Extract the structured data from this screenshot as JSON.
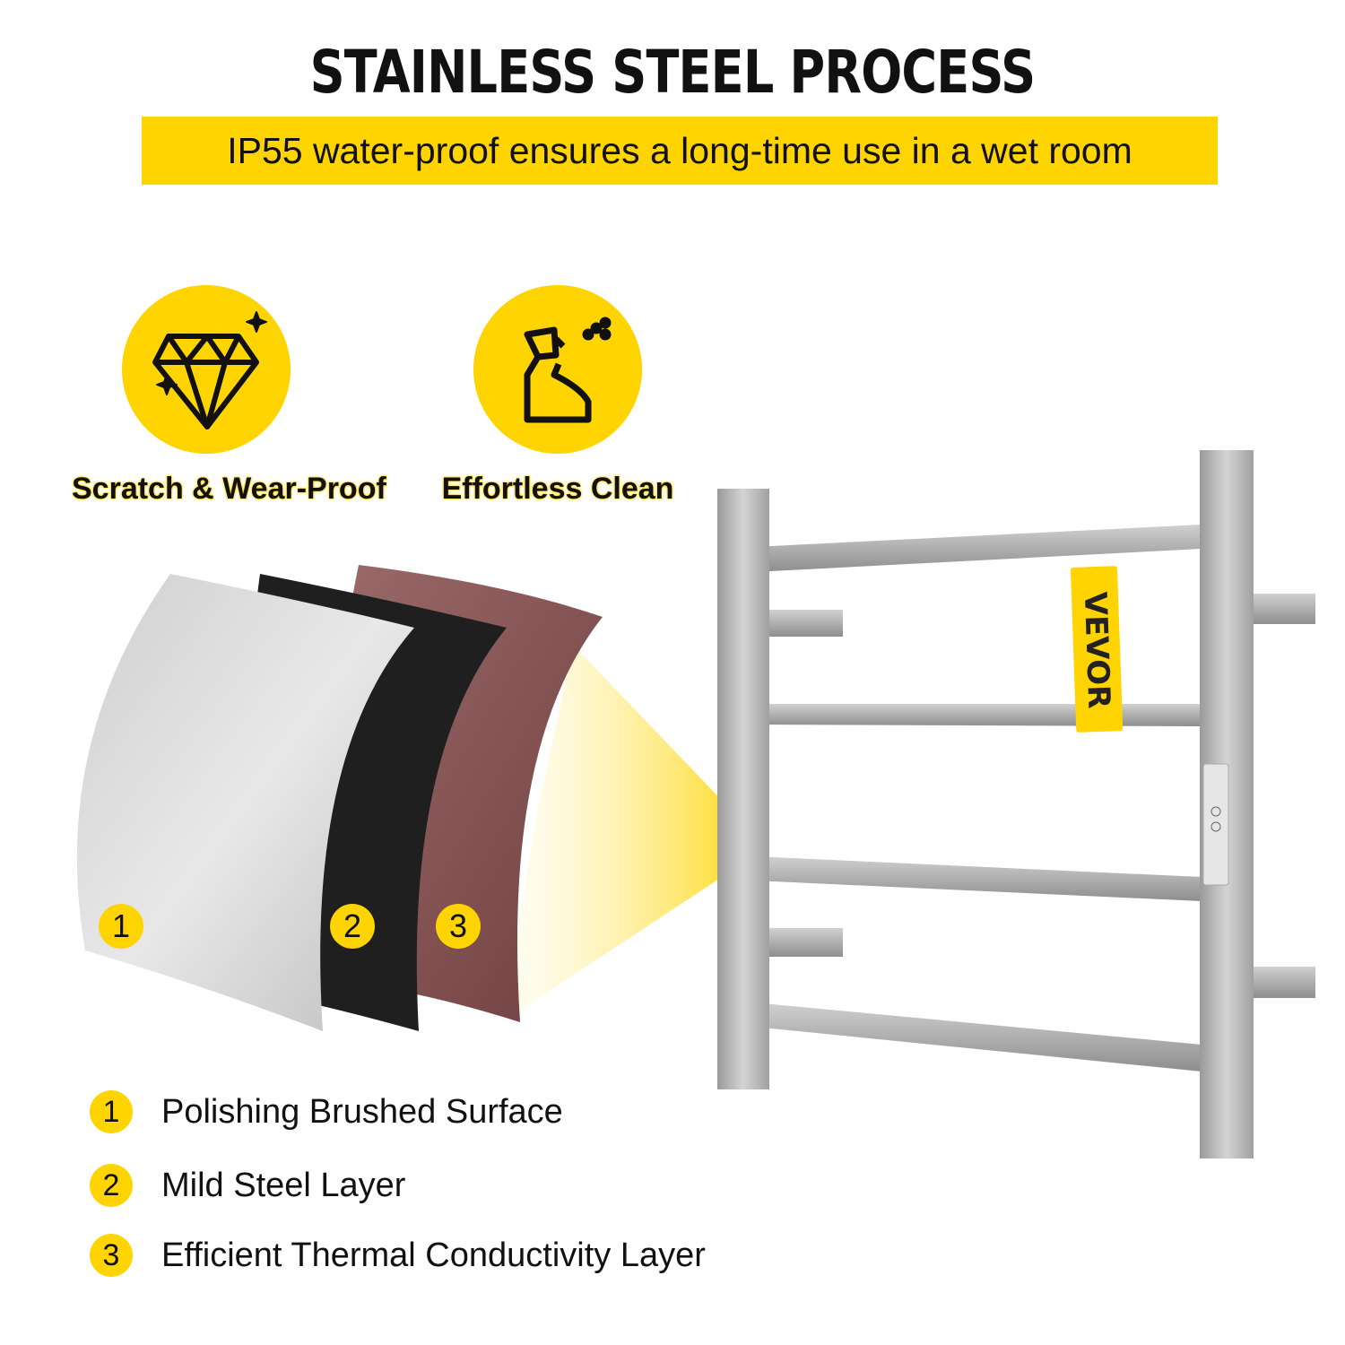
{
  "header": {
    "title": "STAINLESS STEEL PROCESS",
    "banner": "IP55 water-proof ensures a long-time use in a wet room"
  },
  "features": [
    {
      "icon": "diamond-icon",
      "label": "Scratch & Wear-Proof"
    },
    {
      "icon": "spray-bottle-icon",
      "label": "Effortless Clean"
    }
  ],
  "layers": [
    {
      "number": "1",
      "label": "Polishing Brushed Surface",
      "color": "#d9d9d9"
    },
    {
      "number": "2",
      "label": "Mild Steel Layer",
      "color": "#1e1e1e"
    },
    {
      "number": "3",
      "label": "Efficient Thermal Conductivity Layer",
      "color": "#8a5858"
    }
  ],
  "brand": {
    "tag": "VEVOR",
    "accent": "#ffd400"
  }
}
